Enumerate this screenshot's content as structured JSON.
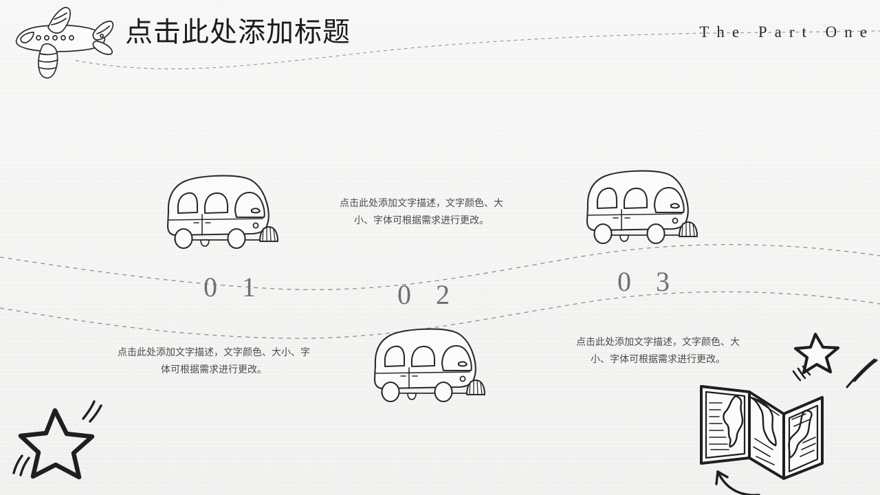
{
  "slide": {
    "title": "点击此处添加标题",
    "section_label": "The Part One",
    "background_color": "#f6f6f4",
    "ink_color": "#232323",
    "number_color": "#6f6f6f",
    "text_color": "#4a4a4a",
    "dashed_line_color": "#8d8d8d"
  },
  "items": [
    {
      "number": "0 1",
      "icon": "bus-doodle-icon",
      "description": "点击此处添加文字描述，文字颜色、大小、字体可根据需求进行更改。"
    },
    {
      "number": "0 2",
      "icon": "bus-doodle-icon",
      "description": "点击此处添加文字描述，文字颜色、大小、字体可根据需求进行更改。"
    },
    {
      "number": "0 3",
      "icon": "bus-doodle-icon",
      "description": "点击此处添加文字描述，文字颜色、大小、字体可根据需求进行更改。"
    }
  ],
  "decorations": {
    "plane": "airplane-doodle-icon",
    "star_bottom_left": "star-doodle-icon",
    "map": "folded-map-doodle-icon",
    "star_bottom_right": "star-doodle-icon",
    "arrow": "curved-arrow-icon",
    "road": "dashed-wavy-road"
  }
}
